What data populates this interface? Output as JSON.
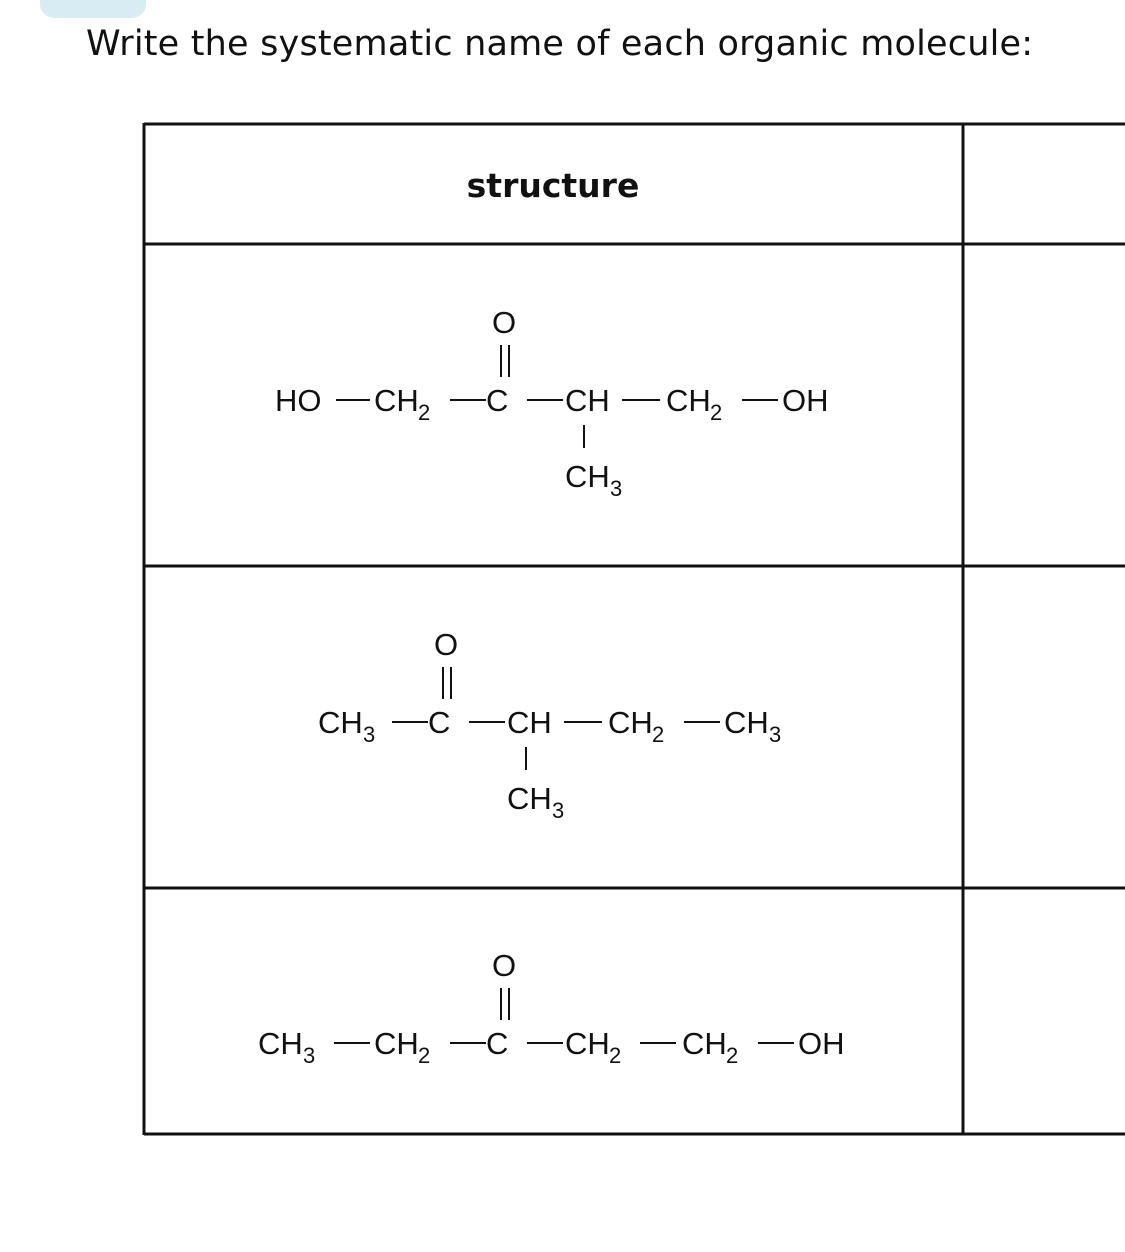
{
  "prompt": "Write the systematic name of each organic molecule:",
  "table": {
    "header": "structure"
  },
  "molecules": [
    {
      "main_chain": [
        "HO",
        "CH2",
        "C",
        "CH",
        "CH2",
        "OH"
      ],
      "carbonyl_oxygen": "O",
      "branch": "CH3"
    },
    {
      "main_chain": [
        "CH3",
        "C",
        "CH",
        "CH2",
        "CH3"
      ],
      "carbonyl_oxygen": "O",
      "branch": "CH3"
    },
    {
      "main_chain": [
        "CH3",
        "CH2",
        "C",
        "CH2",
        "CH2",
        "OH"
      ],
      "carbonyl_oxygen": "O"
    }
  ]
}
